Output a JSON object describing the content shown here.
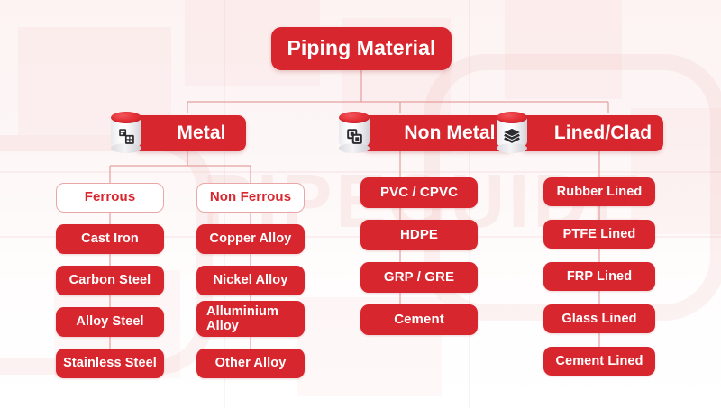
{
  "diagram": {
    "title": "Piping Material",
    "accent_color": "#d8262e",
    "background_color": "#fdf4f4",
    "node_text_color": "#ffffff",
    "outline_text_color": "#d8262e",
    "type": "tree"
  },
  "root": {
    "label": "Piping Material"
  },
  "categories": [
    {
      "label": "Metal",
      "icon": "cylinder-blocks-icon"
    },
    {
      "label": "Non Metal",
      "icon": "cylinder-copy-icon"
    },
    {
      "label": "Lined/Clad",
      "icon": "cylinder-layers-icon"
    }
  ],
  "branches": {
    "ferrous": {
      "header": "Ferrous",
      "items": [
        "Cast Iron",
        "Carbon Steel",
        "Alloy Steel",
        "Stainless Steel"
      ]
    },
    "non_ferrous": {
      "header": "Non Ferrous",
      "items": [
        "Copper Alloy",
        "Nickel Alloy",
        "Alluminium Alloy",
        "Other Alloy"
      ]
    },
    "non_metal": {
      "items": [
        "PVC / CPVC",
        "HDPE",
        "GRP / GRE",
        "Cement"
      ]
    },
    "lined_clad": {
      "items": [
        "Rubber Lined",
        "PTFE Lined",
        "FRP Lined",
        "Glass Lined",
        "Cement Lined"
      ]
    }
  },
  "background_watermark": {
    "words": [
      "PIPE",
      "GUIDE"
    ]
  }
}
